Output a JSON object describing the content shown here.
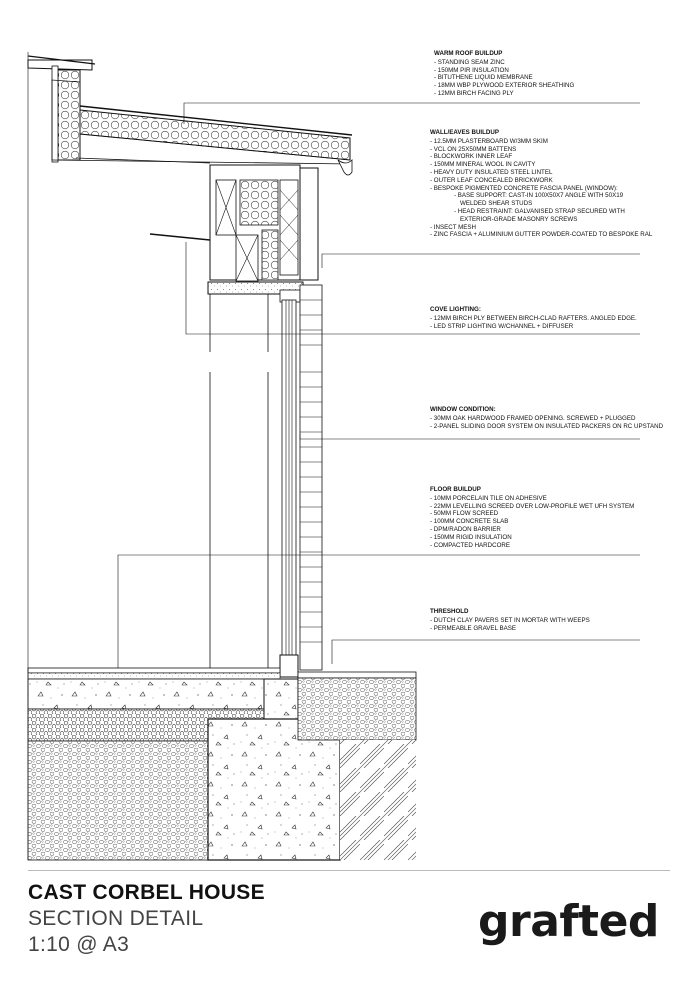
{
  "notes": {
    "warm_roof": {
      "title": "WARM ROOF BUILDUP",
      "items": [
        "- STANDING SEAM ZINC",
        "- 150MM PIR INSULATION",
        "- BITUTHENE LIQUID MEMBRANE",
        "- 18MM WBP PLYWOOD EXTERIOR SHEATHING",
        "- 12MM BIRCH FACING PLY"
      ]
    },
    "wall_eaves": {
      "title": "WALL/EAVES BUILDUP",
      "items": [
        "- 12.5MM PLASTERBOARD W/3MM SKIM",
        "- VCL ON 25X50MM BATTENS",
        "- BLOCKWORK INNER LEAF",
        "- 150MM MINERAL WOOL IN CAVITY",
        "- HEAVY DUTY INSULATED STEEL LINTEL",
        "- OUTER LEAF CONCEALED BRICKWORK",
        "- BESPOKE PIGMENTED CONCRETE FASCIA PANEL (WINDOW):"
      ],
      "sub_items": [
        "- BASE SUPPORT: CAST-IN 100X50X7 ANGLE WITH 50X19",
        "WELDED SHEAR STUDS",
        "- HEAD RESTRAINT: GALVANISED STRAP SECURED WITH",
        "EXTERIOR-GRADE MASONRY SCREWS"
      ],
      "tail_items": [
        "- INSECT MESH",
        "- ZINC FASCIA + ALUMINIUM GUTTER POWDER-COATED  TO BESPOKE RAL"
      ]
    },
    "cove": {
      "title": "COVE LIGHTING:",
      "items": [
        "- 12MM BIRCH PLY BETWEEN BIRCH-CLAD RAFTERS. ANGLED EDGE.",
        "- LED STRIP LIGHTING W/CHANNEL + DIFFUSER"
      ]
    },
    "window": {
      "title": "WINDOW CONDITION:",
      "items": [
        "- 30MM OAK HARDWOOD FRAMED OPENING. SCREWED + PLUGGED",
        "- 2-PANEL SLIDING DOOR SYSTEM ON INSULATED PACKERS ON RC UPSTAND"
      ]
    },
    "floor": {
      "title": "FLOOR BUILDUP",
      "items": [
        "- 10MM PORCELAIN TILE ON ADHESIVE",
        "- 22MM LEVELLING SCREED OVER LOW-PROFILE WET UFH SYSTEM",
        "- 50MM FLOW SCREED",
        "- 100MM CONCRETE SLAB",
        "- DPM/RADON BARRIER",
        "- 150MM RIGID INSULATION",
        "- COMPACTED HARDCORE"
      ]
    },
    "threshold": {
      "title": "THRESHOLD",
      "items": [
        "- DUTCH CLAY PAVERS SET IN MORTAR WITH WEEPS",
        "- PERMEABLE GRAVEL BASE"
      ]
    }
  },
  "title_block": {
    "project": "CAST CORBEL HOUSE",
    "drawing": "SECTION DETAIL",
    "scale": "1:10 @ A3",
    "brand": "grafted"
  }
}
